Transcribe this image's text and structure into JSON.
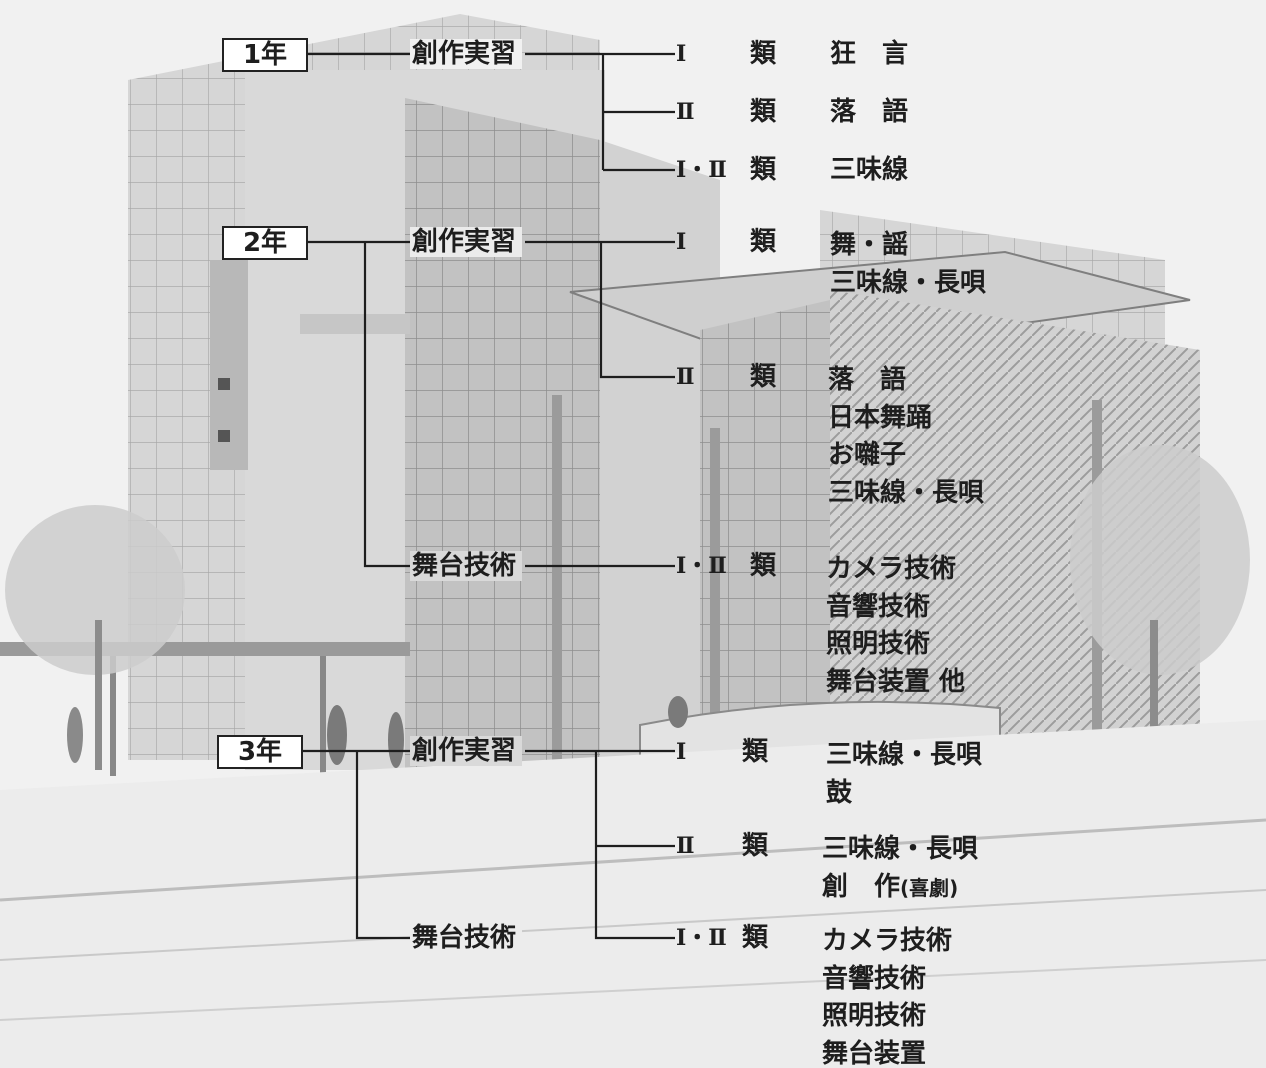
{
  "years": [
    {
      "year": "1年",
      "groups": [
        {
          "course": "創作実習",
          "classes": [
            {
              "roman": "Ⅰ",
              "label": "類",
              "subjects": [
                "狂　言"
              ]
            },
            {
              "roman": "Ⅱ",
              "label": "類",
              "subjects": [
                "落　語"
              ]
            },
            {
              "roman": "Ⅰ・Ⅱ",
              "label": "類",
              "subjects": [
                "三味線"
              ]
            }
          ]
        }
      ]
    },
    {
      "year": "2年",
      "groups": [
        {
          "course": "創作実習",
          "classes": [
            {
              "roman": "Ⅰ",
              "label": "類",
              "subjects": [
                "舞・謡",
                "三味線・長唄"
              ]
            },
            {
              "roman": "Ⅱ",
              "label": "類",
              "subjects": [
                "落　語",
                "日本舞踊",
                "お囃子",
                "三味線・長唄"
              ]
            }
          ]
        },
        {
          "course": "舞台技術",
          "classes": [
            {
              "roman": "Ⅰ・Ⅱ",
              "label": "類",
              "subjects": [
                "カメラ技術",
                "音響技術",
                "照明技術",
                "舞台装置 他"
              ]
            }
          ]
        }
      ]
    },
    {
      "year": "3年",
      "groups": [
        {
          "course": "創作実習",
          "classes": [
            {
              "roman": "Ⅰ",
              "label": "類",
              "subjects": [
                "三味線・長唄",
                "鼓"
              ]
            },
            {
              "roman": "Ⅱ",
              "label": "類",
              "subjects": [
                "三味線・長唄",
                "創　作",
                "(喜劇)"
              ]
            }
          ]
        },
        {
          "course": "舞台技術",
          "classes": [
            {
              "roman": "Ⅰ・Ⅱ",
              "label": "類",
              "subjects": [
                "カメラ技術",
                "音響技術",
                "照明技術",
                "舞台装置"
              ]
            }
          ]
        }
      ]
    }
  ],
  "colors": {
    "line": "#1e1e1e",
    "text": "#1e1e1e",
    "building": "#bdbdbd",
    "background": "#f1f1f1"
  }
}
